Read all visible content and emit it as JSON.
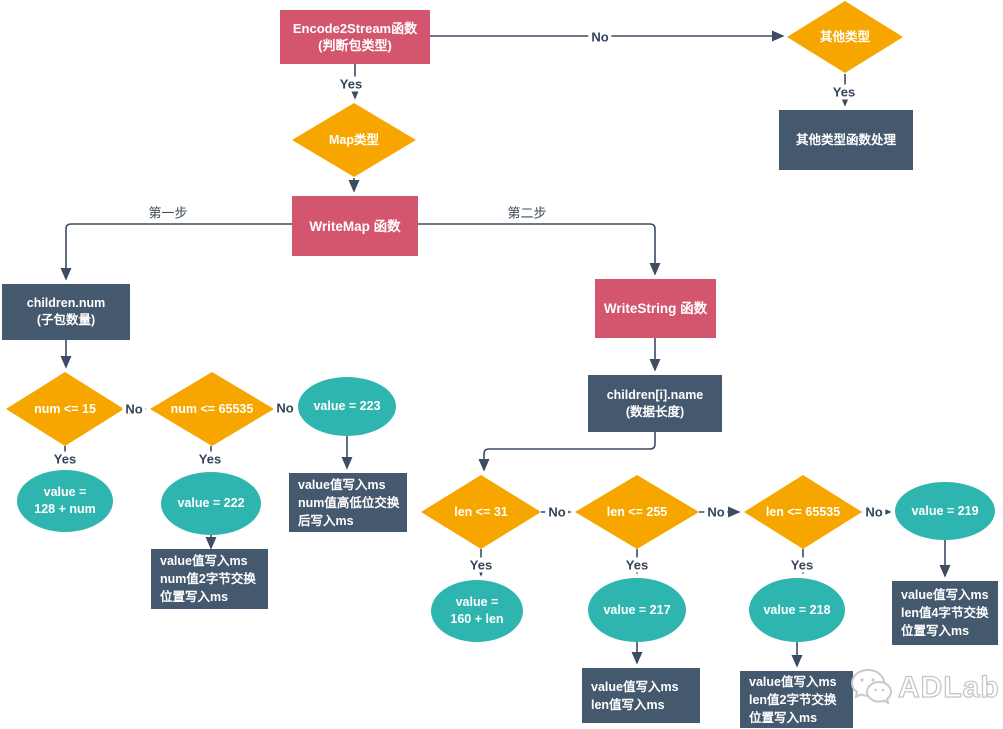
{
  "colors": {
    "process_pink": "#d4566e",
    "decision_orange": "#f7a600",
    "data_slate": "#44586e",
    "result_teal": "#2fb5af",
    "line_navy": "#3d4c62"
  },
  "nodes": {
    "encode": "Encode2Stream函数\n(判断包类型)",
    "other_type": "其他类型",
    "other_handler": "其他类型函数处理",
    "map_type": "Map类型",
    "writemap": "WriteMap 函数",
    "children_num": "children.num\n(子包数量)",
    "num_le_15": "num <= 15",
    "num_le_65535": "num <= 65535",
    "value_223": "value = 223",
    "value_128_num": "value =\n128 + num",
    "value_222": "value = 222",
    "box_222": "value值写入ms\nnum值2字节交换\n位置写入ms",
    "box_223": "value值写入ms\nnum值高低位交换\n后写入ms",
    "writestring": "WriteString 函数",
    "children_name": "children[i].name\n(数据长度)",
    "len_le_31": "len <= 31",
    "len_le_255": "len <= 255",
    "len_le_65535": "len <= 65535",
    "value_219": "value = 219",
    "value_160_len": "value =\n160 + len",
    "value_217": "value = 217",
    "value_218": "value = 218",
    "box_217": "value值写入ms\nlen值写入ms",
    "box_218": "value值写入ms\nlen值2字节交换\n位置写入ms",
    "box_219": "value值写入ms\nlen值4字节交换\n位置写入ms"
  },
  "edge_labels": {
    "encode_no": "No",
    "encode_yes": "Yes",
    "other_yes": "Yes",
    "step1": "第一步",
    "step2": "第二步",
    "num15_no": "No",
    "num15_yes": "Yes",
    "num65535_no": "No",
    "num65535_yes": "Yes",
    "len31_no": "No",
    "len31_yes": "Yes",
    "len255_no": "No",
    "len255_yes": "Yes",
    "len65535_no": "No",
    "len65535_yes": "Yes"
  },
  "watermark": {
    "text": "ADLab"
  }
}
